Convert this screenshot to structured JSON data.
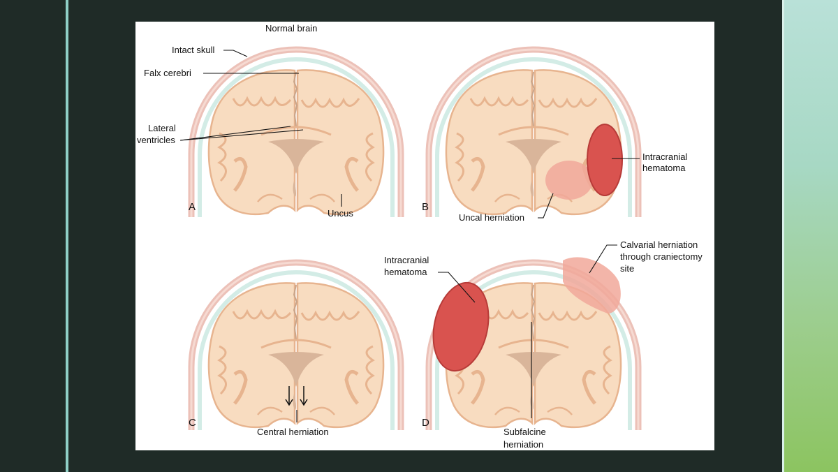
{
  "title": "Normal brain",
  "labels": {
    "intact_skull": "Intact skull",
    "falx_cerebri": "Falx cerebri",
    "lateral": "Lateral",
    "ventricles": "ventricles",
    "uncus": "Uncus",
    "intracranial_b_1": "Intracranial",
    "intracranial_b_2": "hematoma",
    "uncal_herniation": "Uncal herniation",
    "central_herniation": "Central herniation",
    "intracranial_d_1": "Intracranial",
    "intracranial_d_2": "hematoma",
    "calvarial_1": "Calvarial herniation",
    "calvarial_2": "through craniectomy",
    "calvarial_3": "site",
    "subfalcine_1": "Subfalcine",
    "subfalcine_2": "herniation"
  },
  "panels": [
    "A",
    "B",
    "C",
    "D"
  ],
  "colors": {
    "background": "#1f2b27",
    "brain": "#f8dcc0",
    "brain_outline": "#e7b48f",
    "skull": "#f1c7c0",
    "hematoma": "#d9534f",
    "herniation": "#f1a89a"
  }
}
